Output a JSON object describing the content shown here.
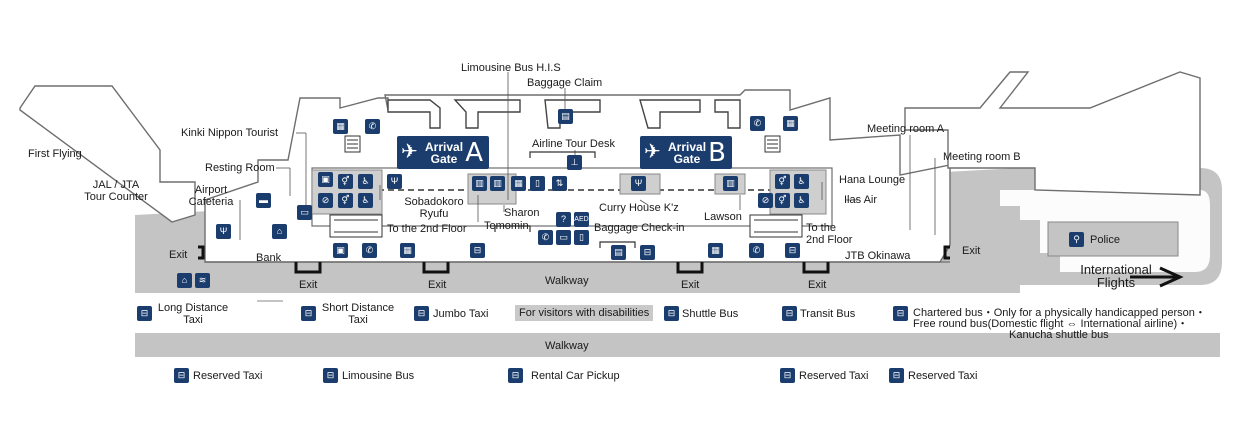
{
  "labels": {
    "limousine_bus_his": "Limousine Bus H.I.S",
    "baggage_claim": "Baggage Claim",
    "airline_tour_desk": "Airline Tour Desk",
    "kinki_nippon_tourist": "Kinki Nippon Tourist",
    "resting_room": "Resting Room",
    "first_flying": "First Flying",
    "jal_jta": "JAL / JTA",
    "tour_counter": "Tour Counter",
    "airport": "Airport",
    "cafeteria": "Cafeteria",
    "bank": "Bank",
    "sobadokoro": "Sobadokoro",
    "ryufu": "Ryufu",
    "to_2nd_floor_left": "To the 2nd Floor",
    "sharon": "Sharon",
    "temomin": "Temomin",
    "curry_house": "Curry House K'z",
    "baggage_checkin": "Baggage Check-in",
    "lawson": "Lawson",
    "to_the": "To the",
    "floor_2nd": "2nd Floor",
    "meeting_room_a": "Meeting room A",
    "meeting_room_b": "Meeting room B",
    "hana_lounge": "Hana Lounge",
    "ilas_air": "Ilas Air",
    "jtb_okinawa": "JTB Okinawa",
    "police": "Police",
    "international": "International",
    "flights": "Flights",
    "exit": "Exit",
    "walkway": "Walkway"
  },
  "gates": {
    "a": {
      "line1": "Arrival",
      "line2": "Gate",
      "letter": "A"
    },
    "b": {
      "line1": "Arrival",
      "line2": "Gate",
      "letter": "B"
    }
  },
  "bus_stops_row1": {
    "long_distance": "Long Distance",
    "taxi": "Taxi",
    "short_distance": "Short Distance",
    "jumbo_taxi": "Jumbo Taxi",
    "visitors_disabilities": "For visitors with disabilities",
    "shuttle_bus": "Shuttle Bus",
    "transit_bus": "Transit Bus",
    "chartered_1": "Chartered bus・Only for a physically handicapped person・",
    "chartered_2": "Free round bus(Domestic flight ⇔ International airline)・",
    "chartered_3": "Kanucha shuttle bus"
  },
  "bus_stops_row2": {
    "reserved_taxi": "Reserved Taxi",
    "limousine_bus": "Limousine Bus",
    "rental_car": "Rental Car Pickup"
  },
  "icons": {
    "aed": "AED",
    "bus_glyph": "⊟",
    "phone_glyph": "✆",
    "toilet_glyph": "♿",
    "food_glyph": "🍴"
  },
  "colors": {
    "navy": "#1b3d6e",
    "floor_grey": "#c4c4c4",
    "outline": "#6e6e6e"
  }
}
